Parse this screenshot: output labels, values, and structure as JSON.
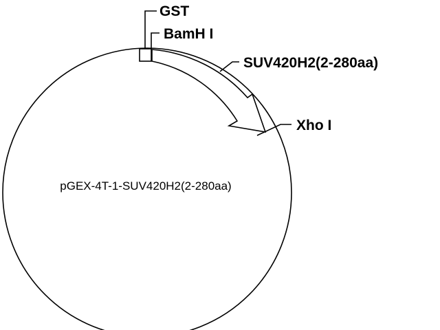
{
  "plasmid": {
    "name": "pGEX-4T-1-SUV420H2(2-280aa)"
  },
  "features": {
    "gst": "GST",
    "bamh1": "BamH I",
    "insert": "SUV420H2(2-280aa)",
    "xho1": "Xho I"
  },
  "colors": {
    "stroke": "#000000",
    "background": "#ffffff",
    "insert_fill": "#ffffff"
  }
}
